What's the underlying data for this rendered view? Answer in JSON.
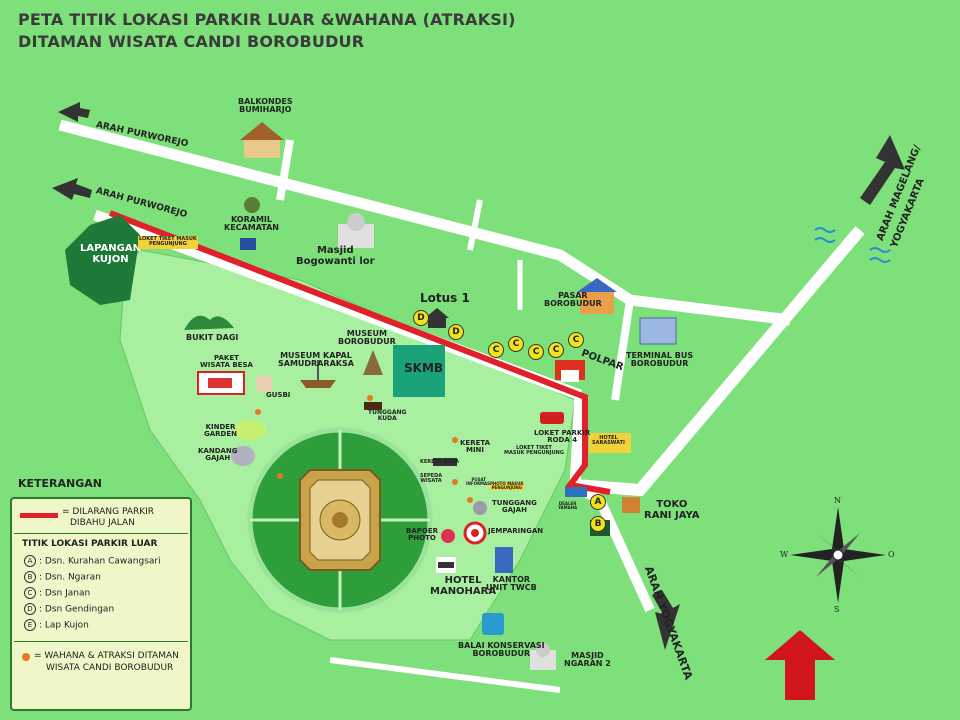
{
  "title": {
    "line1": "PETA TITIK LOKASI PARKIR LUAR &WAHANA (ATRAKSI)",
    "line2": "DITAMAN WISATA CANDI BOROBUDUR"
  },
  "roads": {
    "arah_purworejo_1": "ARAH PURWOREJO",
    "arah_purworejo_2": "ARAH PURWOREJO",
    "arah_magelang": "ARAH MAGELANG/",
    "arah_magelang_2": "YOGYAKARTA",
    "arah_yogyakarta": "ARAH YOGYAKARTA"
  },
  "places": {
    "balkondes_1": "BALKONDES",
    "balkondes_2": "BUMIHARJO",
    "koramil_1": "KORAMIL",
    "koramil_2": "KECAMATAN",
    "masjid_bog_1": "Masjid",
    "masjid_bog_2": "Bogowanti lor",
    "lapangan_1": "LAPANGAN",
    "lapangan_2": "KUJON",
    "loket_1": "LOKET TIKET MASUK",
    "loket_2": "PENGUNJUNG",
    "lotus": "Lotus 1",
    "pasar_1": "PASAR",
    "pasar_2": "BOROBUDUR",
    "terminal_1": "TERMINAL BUS",
    "terminal_2": "BOROBUDUR",
    "polpar": "POLPAR",
    "bukit": "BUKIT DAGI",
    "museum_bor_1": "MUSEUM",
    "museum_bor_2": "BOROBUDUR",
    "museum_kapal_1": "MUSEUM KAPAL",
    "museum_kapal_2": "SAMUDRARAKSA",
    "skmb": "SKMB",
    "paket_1": "PAKET",
    "paket_2": "WISATA BESA",
    "gusbi": "GUSBI",
    "tunggang_kuda_1": "TUNGGANG",
    "tunggang_kuda_2": "KUDA",
    "kinder_1": "KINDER",
    "kinder_2": "GARDEN",
    "kandang_1": "KANDANG",
    "kandang_2": "GAJAH",
    "kereta_1": "KERETA",
    "kereta_2": "MINI",
    "kereta_kuda": "KERETA KUDA",
    "loket_roda_1": "LOKET PARKIR",
    "loket_roda_2": "RODA 4",
    "loket_masuk_1": "LOKET TIKET",
    "loket_masuk_2": "MASUK PENGUNJUNG",
    "hotel_sar_1": "HOTEL",
    "hotel_sar_2": "SARASWATI",
    "sepeda_1": "SEPEDA",
    "sepeda_2": "WISATA",
    "pusat_1": "PUSAT",
    "pusat_2": "INFORMASI",
    "photo_masuk_1": "PHOTO MASUK",
    "photo_masuk_2": "PENGUNJUNG",
    "dealer_1": "DEALER",
    "dealer_2": "YAMAHA",
    "toko_1": "TOKO",
    "toko_2": "RANI JAYA",
    "tunggang_gajah_1": "TUNGGANG",
    "tunggang_gajah_2": "GAJAH",
    "bakpoer_1": "BAPOER",
    "bakpoer_2": "PHOTO",
    "jemparingan": "JEMPARINGAN",
    "hotel_man_1": "HOTEL",
    "hotel_man_2": "MANOHARA",
    "kantor_1": "KANTOR",
    "kantor_2": "UNIT TWCB",
    "balai_1": "BALAI KONSERVASI",
    "balai_2": "BOROBUDUR",
    "masjid_ngaran_1": "MASJID",
    "masjid_ngaran_2": "NGARAN 2"
  },
  "parking_markers": [
    "A",
    "B",
    "C",
    "D"
  ],
  "legend": {
    "heading": "KETERANGAN",
    "red_line_1": "= DILARANG PARKIR",
    "red_line_2": "DIBAHU JALAN",
    "parking_title": "TITIK LOKASI PARKIR LUAR",
    "items": [
      {
        "key": "A",
        "label": ": Dsn. Kurahan Cawangsari"
      },
      {
        "key": "B",
        "label": ": Dsn. Ngaran"
      },
      {
        "key": "C",
        "label": ": Dsn Janan"
      },
      {
        "key": "D",
        "label": ": Dsn Gendingan"
      },
      {
        "key": "E",
        "label": ": Lap Kujon"
      }
    ],
    "wahana_1": "= WAHANA & ATRAKSI DITAMAN",
    "wahana_2": "WISATA CANDI BOROBUDUR"
  },
  "compass": {
    "n": "N",
    "s": "S",
    "e": "O",
    "w": "W"
  },
  "colors": {
    "background": "#7ee07a",
    "park": "#a8f0a0",
    "road": "#ffffff",
    "no_parking": "#e0202a",
    "lapangan": "#1f7a3a",
    "temple_field": "#2e9e3a",
    "skmb": "#1aa37a",
    "marker": "#f2e21c",
    "arrow": "#333333",
    "north_arrow": "#d2141c"
  }
}
